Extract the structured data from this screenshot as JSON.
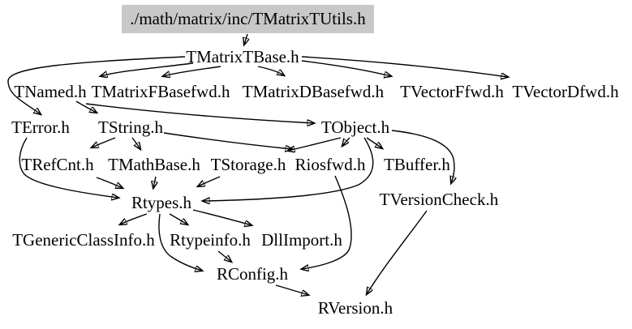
{
  "diagram": {
    "type": "include-dependency-graph",
    "root_fill_color": "#c8c8c8",
    "edge_color": "#000000",
    "background_color": "#ffffff",
    "nodes": {
      "utils": {
        "label": "./math/matrix/inc/TMatrixTUtils.h"
      },
      "base": {
        "label": "TMatrixTBase.h"
      },
      "tnamed": {
        "label": "TNamed.h"
      },
      "fbasefwd": {
        "label": "TMatrixFBasefwd.h"
      },
      "dbasefwd": {
        "label": "TMatrixDBasefwd.h"
      },
      "vffwd": {
        "label": "TVectorFfwd.h"
      },
      "vdfwd": {
        "label": "TVectorDfwd.h"
      },
      "terror": {
        "label": "TError.h"
      },
      "tstring": {
        "label": "TString.h"
      },
      "tobject": {
        "label": "TObject.h"
      },
      "trefcnt": {
        "label": "TRefCnt.h"
      },
      "tmathbase": {
        "label": "TMathBase.h"
      },
      "tstorage": {
        "label": "TStorage.h"
      },
      "riosfwd": {
        "label": "Riosfwd.h"
      },
      "tbuffer": {
        "label": "TBuffer.h"
      },
      "rtypes": {
        "label": "Rtypes.h"
      },
      "tversioncheck": {
        "label": "TVersionCheck.h"
      },
      "tgeneric": {
        "label": "TGenericClassInfo.h"
      },
      "rtypeinfo": {
        "label": "Rtypeinfo.h"
      },
      "dllimport": {
        "label": "DllImport.h"
      },
      "rconfig": {
        "label": "RConfig.h"
      },
      "rversion": {
        "label": "RVersion.h"
      }
    },
    "edges": [
      [
        "./math/matrix/inc/TMatrixTUtils.h",
        "TMatrixTBase.h"
      ],
      [
        "TMatrixTBase.h",
        "TNamed.h"
      ],
      [
        "TMatrixTBase.h",
        "TMatrixFBasefwd.h"
      ],
      [
        "TMatrixTBase.h",
        "TMatrixDBasefwd.h"
      ],
      [
        "TMatrixTBase.h",
        "TVectorFfwd.h"
      ],
      [
        "TMatrixTBase.h",
        "TVectorDfwd.h"
      ],
      [
        "TMatrixTBase.h",
        "TError.h"
      ],
      [
        "TNamed.h",
        "TString.h"
      ],
      [
        "TNamed.h",
        "TObject.h"
      ],
      [
        "TString.h",
        "TRefCnt.h"
      ],
      [
        "TString.h",
        "TMathBase.h"
      ],
      [
        "TString.h",
        "Riosfwd.h"
      ],
      [
        "TObject.h",
        "TStorage.h"
      ],
      [
        "TObject.h",
        "Riosfwd.h"
      ],
      [
        "TObject.h",
        "TBuffer.h"
      ],
      [
        "TObject.h",
        "TVersionCheck.h"
      ],
      [
        "TObject.h",
        "Rtypes.h"
      ],
      [
        "TError.h",
        "Rtypes.h"
      ],
      [
        "TRefCnt.h",
        "Rtypes.h"
      ],
      [
        "TMathBase.h",
        "Rtypes.h"
      ],
      [
        "TStorage.h",
        "Rtypes.h"
      ],
      [
        "Rtypes.h",
        "TGenericClassInfo.h"
      ],
      [
        "Rtypes.h",
        "Rtypeinfo.h"
      ],
      [
        "Rtypes.h",
        "DllImport.h"
      ],
      [
        "Rtypes.h",
        "RConfig.h"
      ],
      [
        "Rtypeinfo.h",
        "RConfig.h"
      ],
      [
        "Riosfwd.h",
        "RConfig.h"
      ],
      [
        "RConfig.h",
        "RVersion.h"
      ],
      [
        "TVersionCheck.h",
        "RVersion.h"
      ]
    ]
  }
}
